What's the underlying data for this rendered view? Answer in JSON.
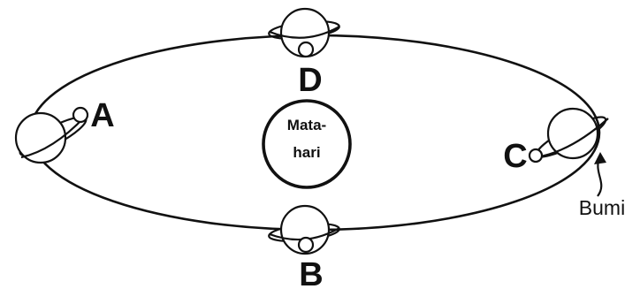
{
  "labels": {
    "sun_line1": "Mata-",
    "sun_line2": "hari",
    "pos_a": "A",
    "pos_b": "B",
    "pos_c": "C",
    "pos_d": "D",
    "earth": "Bumi"
  },
  "colors": {
    "stroke": "#111111",
    "background": "#ffffff"
  }
}
